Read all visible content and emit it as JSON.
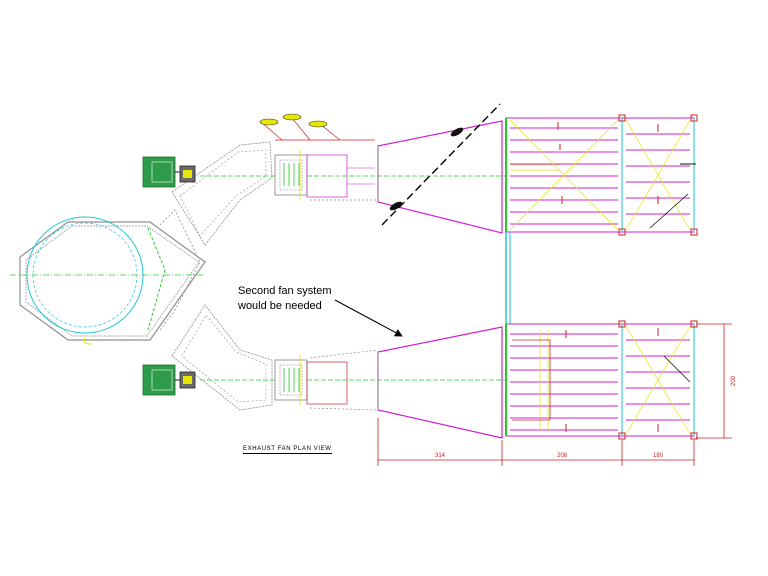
{
  "annotation": {
    "line1": "Second fan system",
    "line2": "would be needed"
  },
  "caption": "EXHAUST FAN PLAN VIEW",
  "dimensions": {
    "duct_length": "314",
    "first_section": "208",
    "second_section": "180",
    "height": "200"
  },
  "colors": {
    "duct": "#d020d0",
    "green_line": "#22cc22",
    "cyan_line": "#22c6d6",
    "dimension": "#cc2222",
    "fan_housing": "#909090",
    "yellow": "#e6e600",
    "motor": "#2e9b4a"
  }
}
